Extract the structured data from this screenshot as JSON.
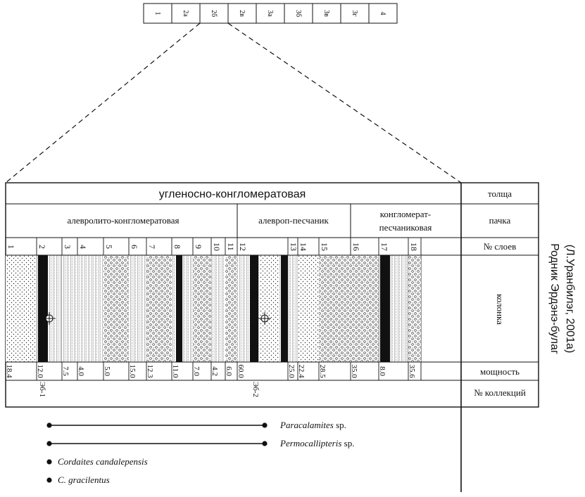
{
  "top_scale": [
    "1",
    "2а",
    "2б",
    "2в",
    "3а",
    "3б",
    "3в",
    "3г",
    "4"
  ],
  "top_scale_highlight": "2б",
  "formation": "угленосно-конгломератовая",
  "members": [
    {
      "label": "алевролито-конгломератовая"
    },
    {
      "label": "алевроп-песчаник"
    },
    {
      "label": "конгломерат-песчаниковая"
    }
  ],
  "layers": [
    {
      "no": "1",
      "lith": "sand",
      "thickness": "18.4"
    },
    {
      "no": "2",
      "lith": "coal",
      "thickness": "12.0",
      "collection": "Эб-1",
      "plant_marker": true
    },
    {
      "no": "3",
      "lith": "silt",
      "thickness": "7.5"
    },
    {
      "no": "4",
      "lith": "silt",
      "thickness": "4.0"
    },
    {
      "no": "5",
      "lith": "conglom",
      "thickness": "5.0"
    },
    {
      "no": "6",
      "lith": "silt",
      "thickness": "15.0"
    },
    {
      "no": "7",
      "lith": "conglom",
      "thickness": "12.3"
    },
    {
      "no": "8",
      "lith": "coalsilt",
      "thickness": "11.0"
    },
    {
      "no": "9",
      "lith": "conglom",
      "thickness": "7.0"
    },
    {
      "no": "10",
      "lith": "silt",
      "thickness": "4.2"
    },
    {
      "no": "11",
      "lith": "conglom",
      "thickness": "6.0"
    },
    {
      "no": "12",
      "lith": "coalband",
      "thickness": "60.0",
      "collection": "Эб-2",
      "plant_marker": true
    },
    {
      "no": "13",
      "lith": "silt",
      "thickness": "25.0"
    },
    {
      "no": "14",
      "lith": "sand",
      "thickness": "22.4"
    },
    {
      "no": "15",
      "lith": "conglom",
      "thickness": "28.5"
    },
    {
      "no": "16",
      "lith": "conglom",
      "thickness": "35.0"
    },
    {
      "no": "17",
      "lith": "coal",
      "thickness": "8.0"
    },
    {
      "no": "18",
      "lith": "conglom",
      "thickness": "35.6"
    }
  ],
  "right_labels": {
    "formation": "толща",
    "member": "пачка",
    "layer_no": "№ слоев",
    "column": "колонка",
    "thickness": "мощность",
    "collection": "№ коллекций"
  },
  "side_title_line1": "Родник Эрдэнэ-булаг",
  "side_title_line2": "(Л.Уранбилэг, 2001а)",
  "taxa": [
    {
      "genus": "Paracalamites",
      "suffix": " sp.",
      "range": [
        "2",
        "12"
      ]
    },
    {
      "genus": "Permocallipteris",
      "suffix": " sp.",
      "range": [
        "2",
        "12"
      ]
    },
    {
      "genus": "Cordaites",
      "species": " candalepensis",
      "range": [
        "2"
      ]
    },
    {
      "genus": "C.",
      "species": " gracilentus",
      "range": [
        "2"
      ]
    }
  ],
  "colors": {
    "ink": "#111111",
    "paper": "#ffffff"
  }
}
